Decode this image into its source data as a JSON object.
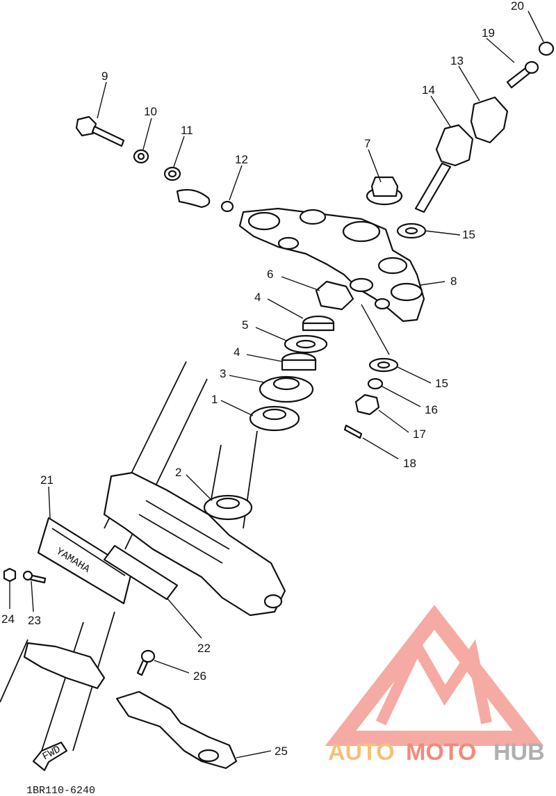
{
  "callouts": {
    "p1": "1",
    "p2": "2",
    "p3": "3",
    "p4a": "4",
    "p4b": "4",
    "p5": "5",
    "p6": "6",
    "p7": "7",
    "p8": "8",
    "p9": "9",
    "p10": "10",
    "p11": "11",
    "p12": "12",
    "p13": "13",
    "p14": "14",
    "p15a": "15",
    "p15b": "15",
    "p16": "16",
    "p17": "17",
    "p18": "18",
    "p19": "19",
    "p20": "20",
    "p21": "21",
    "p22": "22",
    "p23": "23",
    "p24": "24",
    "p25": "25",
    "p26": "26"
  },
  "emblem_text": "YAMAHA",
  "arrow_label": "FWD",
  "diagram_code": "1BR110-6240",
  "watermark": {
    "word_auto": "AUTO",
    "word_moto": "MOTO",
    "word_hub": "HUB",
    "color_auto": "#f6c07a",
    "color_moto": "#f4897b",
    "color_hub": "#b0b0b0",
    "logo_color": "#f4a29a"
  }
}
